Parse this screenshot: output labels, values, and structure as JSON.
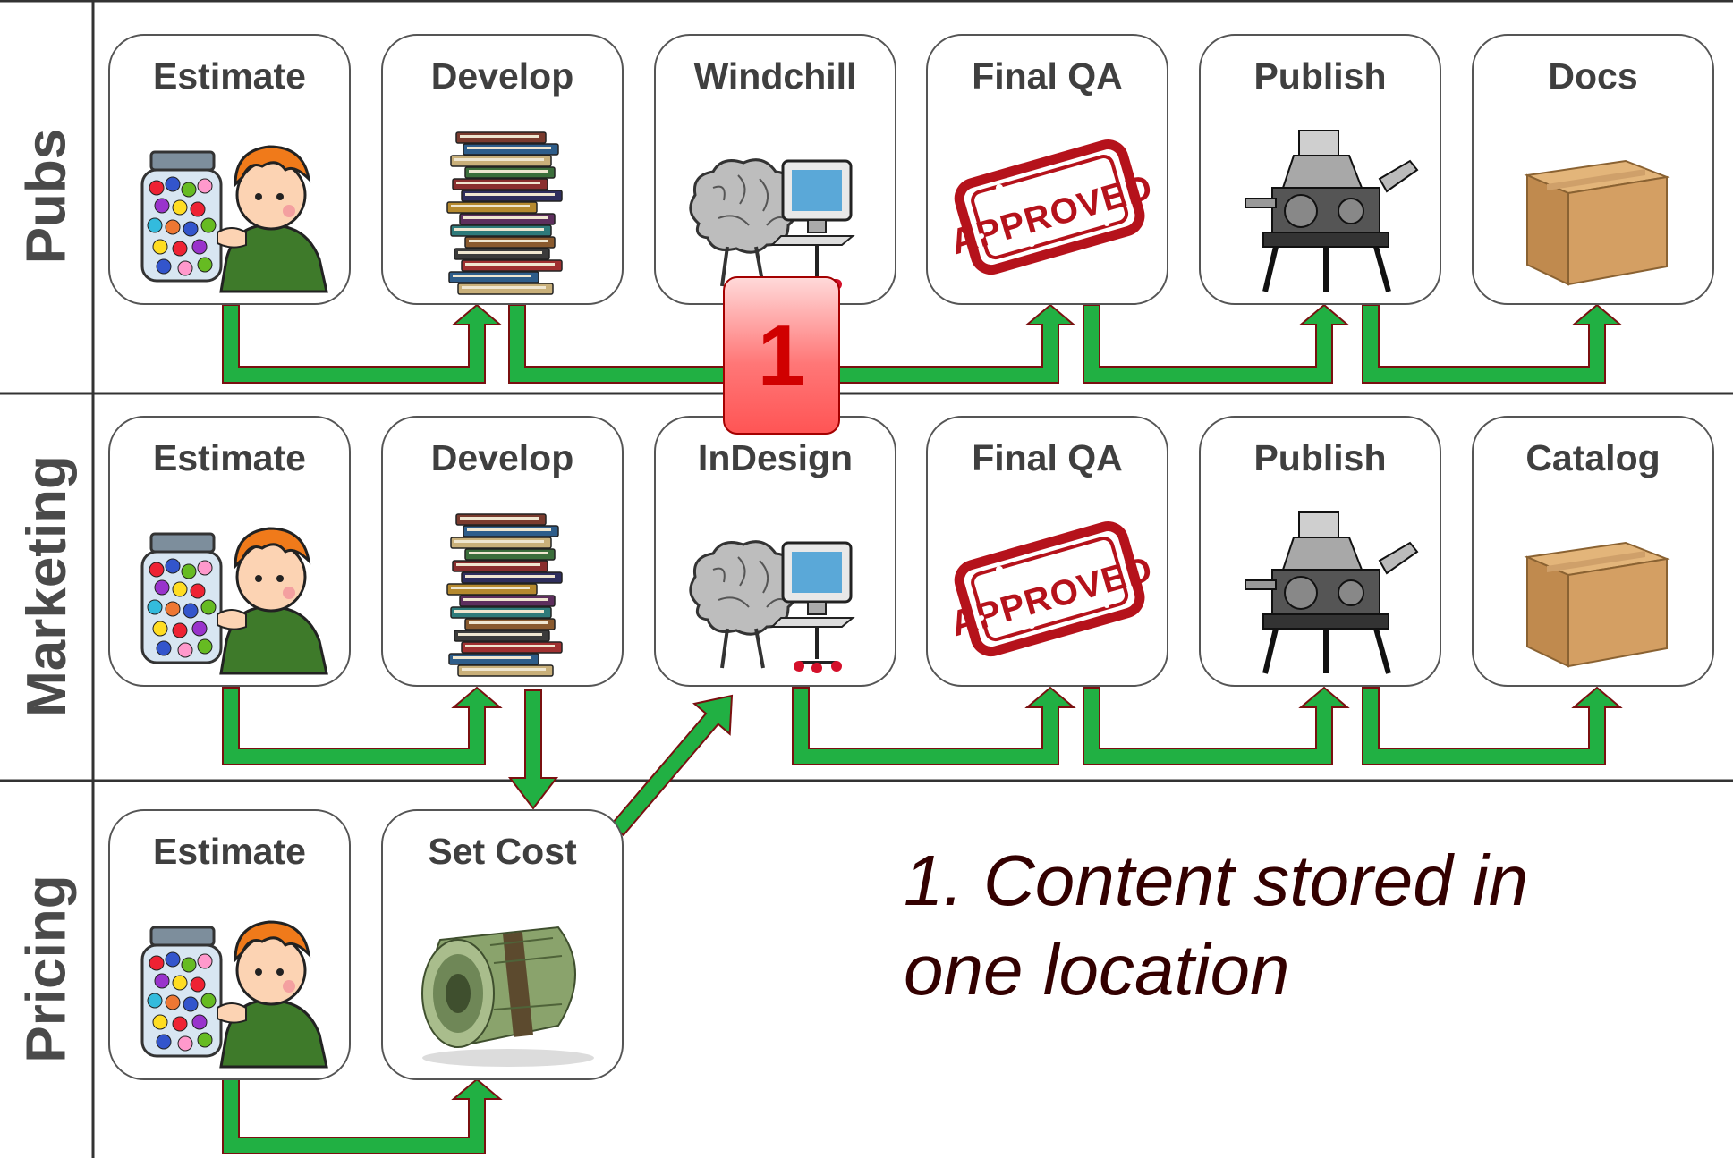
{
  "lanes": [
    {
      "label": "Pubs",
      "steps": [
        {
          "label": "Estimate",
          "icon": "jar-guess-icon"
        },
        {
          "label": "Develop",
          "icon": "book-stack-icon"
        },
        {
          "label": "Windchill",
          "icon": "brain-computer-icon"
        },
        {
          "label": "Final QA",
          "icon": "approved-stamp-icon"
        },
        {
          "label": "Publish",
          "icon": "printing-press-icon"
        },
        {
          "label": "Docs",
          "icon": "cardboard-box-icon"
        }
      ]
    },
    {
      "label": "Marketing",
      "steps": [
        {
          "label": "Estimate",
          "icon": "jar-guess-icon"
        },
        {
          "label": "Develop",
          "icon": "book-stack-icon"
        },
        {
          "label": "InDesign",
          "icon": "brain-computer-icon"
        },
        {
          "label": "Final QA",
          "icon": "approved-stamp-icon"
        },
        {
          "label": "Publish",
          "icon": "printing-press-icon"
        },
        {
          "label": "Catalog",
          "icon": "cardboard-box-icon"
        }
      ]
    },
    {
      "label": "Pricing",
      "steps": [
        {
          "label": "Estimate",
          "icon": "jar-guess-icon"
        },
        {
          "label": "Set Cost",
          "icon": "money-roll-icon"
        }
      ]
    }
  ],
  "callout": {
    "number": "1"
  },
  "note": {
    "line1": "1. Content stored in",
    "line2": "one location"
  },
  "colors": {
    "arrow_fill": "#21b043",
    "arrow_stroke": "#7a1010",
    "badge": "#ff7777",
    "stamp": "#b5121b"
  }
}
